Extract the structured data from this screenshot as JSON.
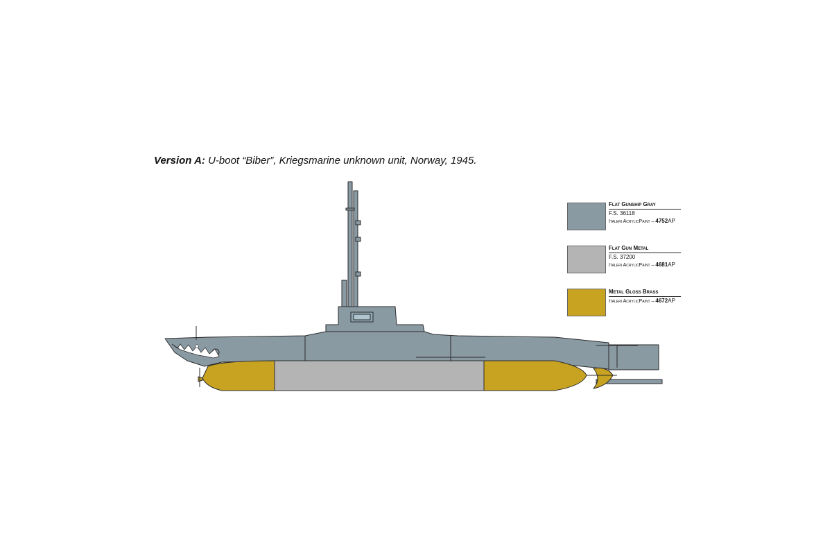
{
  "caption": {
    "version": "Version A:",
    "text": "U-boot “Biber”, Kriegsmarine unknown unit, Norway, 1945."
  },
  "colors": {
    "gunship_gray": "#8a9aa3",
    "gun_metal": "#b4b4b4",
    "gloss_brass": "#c8a322",
    "outline": "#2b2b2b",
    "shark_mouth": "#ffffff"
  },
  "paints": [
    {
      "name": "Flat Gunship Gray",
      "fs": "F.S. 36118",
      "brand": "Italeri AcrylicPaint – ",
      "code": "4752",
      "suffix": "AP",
      "color": "#8a9aa3"
    },
    {
      "name": "Flat Gun Metal",
      "fs": "F.S. 37200",
      "brand": "Italeri AcrylicPaint – ",
      "code": "4681",
      "suffix": "AP",
      "color": "#b4b4b4"
    },
    {
      "name": "Metal Gloss Brass",
      "fs": "",
      "brand": "Italeri AcrylicPaint – ",
      "code": "4672",
      "suffix": "AP",
      "color": "#c8a322"
    }
  ]
}
